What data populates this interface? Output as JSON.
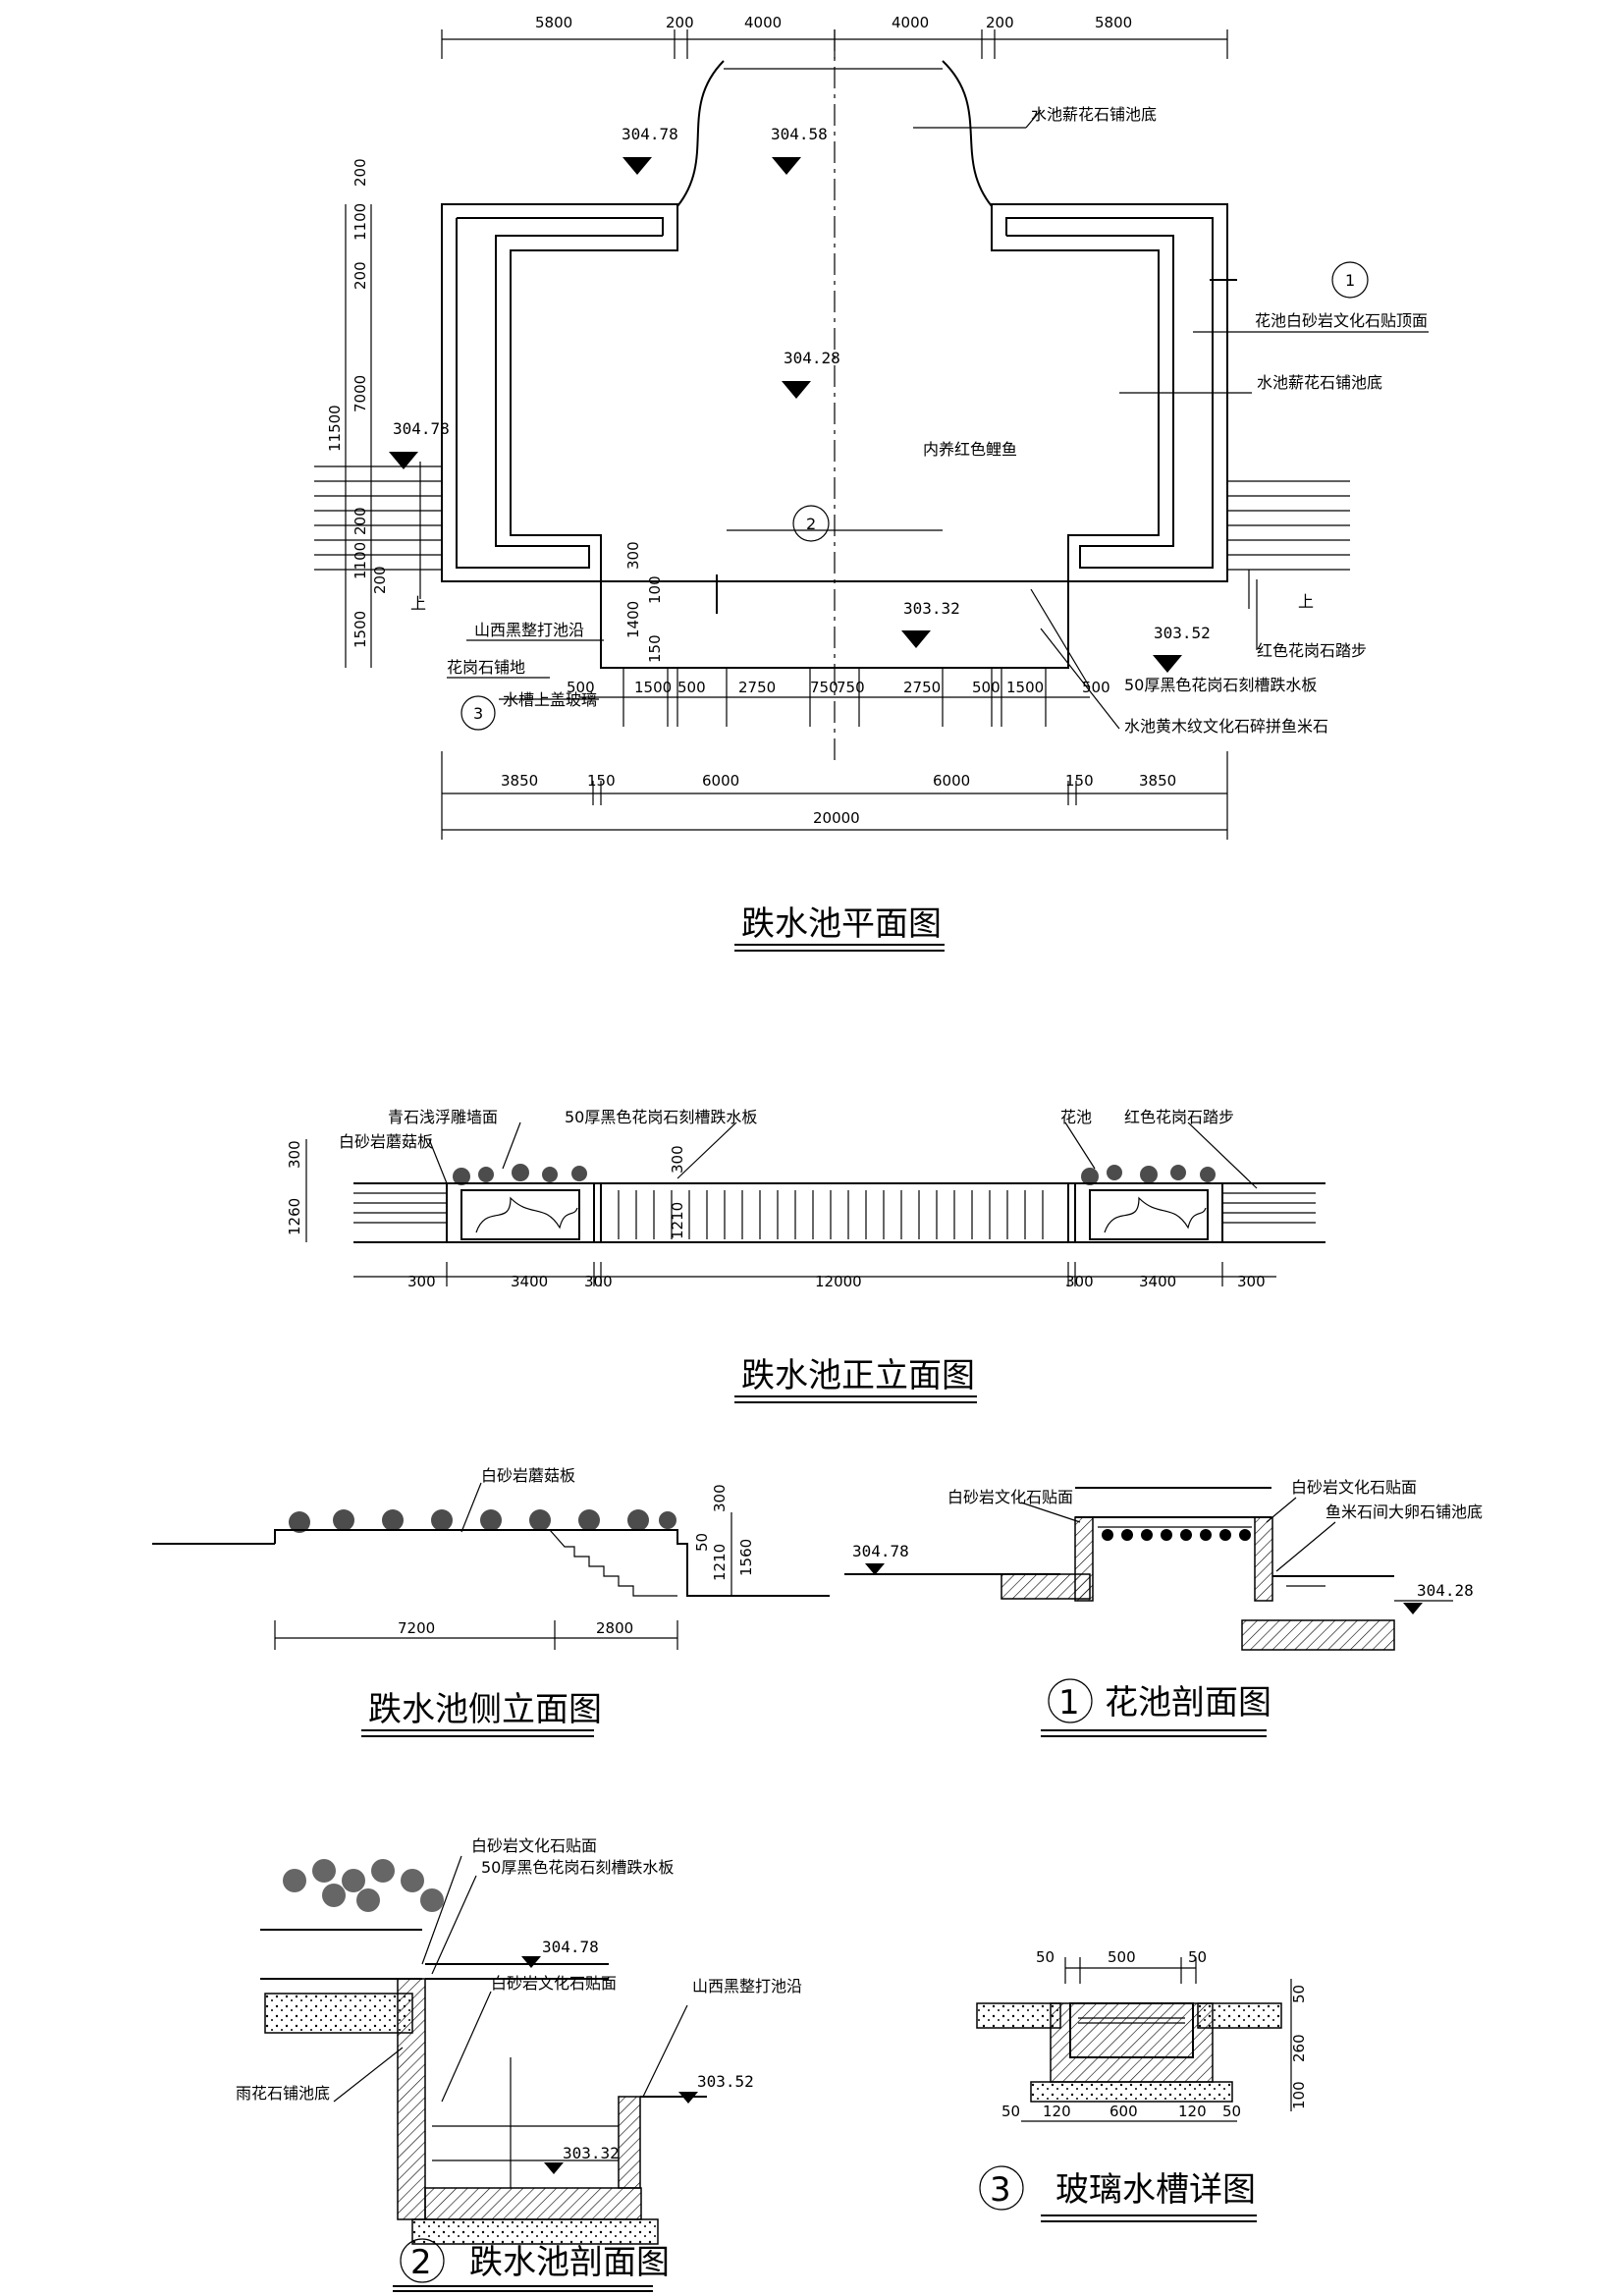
{
  "plan": {
    "title": "跌水池平面图",
    "top_dims": [
      "5800",
      "200",
      "4000",
      "4000",
      "200",
      "5800"
    ],
    "left_dims": [
      "200",
      "1100",
      "200",
      "7000",
      "200",
      "1100",
      "200",
      "1500"
    ],
    "left_total": "11500",
    "inner_dims": [
      "300",
      "1400",
      "100",
      "150"
    ],
    "row_dims": [
      "500",
      "1500",
      "500",
      "2750",
      "750",
      "750",
      "2750",
      "500",
      "1500",
      "500"
    ],
    "bottom_dims": [
      "3850",
      "150",
      "6000",
      "6000",
      "150",
      "3850"
    ],
    "total": "20000",
    "elevations": [
      "304.78",
      "304.58",
      "304.28",
      "304.78",
      "303.32",
      "303.52"
    ],
    "labels": {
      "pool_floor_granite": "水池薪花石铺池底",
      "planter_top": "花池白砂岩文化石贴顶面",
      "pool_floor_2": "水池薪花石铺池底",
      "fish": "内养红色鲤鱼",
      "edge": "山西黑整打池沿",
      "paving": "花岗石铺地",
      "glass_trough": "水槽上盖玻璃",
      "steps": "红色花岗石踏步",
      "weir_board": "50厚黑色花岗石刻槽跌水板",
      "mosaic": "水池黄木纹文化石碎拼鱼米石",
      "up1": "上",
      "up2": "上"
    },
    "markers": [
      "1",
      "2",
      "3"
    ]
  },
  "front": {
    "title": "跌水池正立面图",
    "labels": {
      "relief": "青石浅浮雕墙面",
      "cap": "白砂岩蘑菇板",
      "weir": "50厚黑色花岗石刻槽跌水板",
      "planter": "花池",
      "steps": "红色花岗石踏步"
    },
    "v_dims": [
      "300",
      "1260",
      "300",
      "1210"
    ],
    "dims": [
      "300",
      "3400",
      "300",
      "12000",
      "300",
      "3400",
      "300"
    ]
  },
  "side": {
    "title": "跌水池侧立面图",
    "label": "白砂岩蘑菇板",
    "v_dims": [
      "300",
      "50",
      "1210",
      "1560"
    ],
    "dims": [
      "7200",
      "2800"
    ]
  },
  "section1": {
    "title": "花池剖面图",
    "marker": "1",
    "labels": {
      "left": "白砂岩文化石贴面",
      "right": "白砂岩文化石贴面",
      "floor": "鱼米石间大卵石铺池底"
    },
    "elevations": [
      "304.78",
      "304.28"
    ]
  },
  "section2": {
    "title": "跌水池剖面图",
    "marker": "2",
    "labels": {
      "top": "白砂岩文化石贴面",
      "weir": "50厚黑色花岗石刻槽跌水板",
      "inner": "白砂岩文化石贴面",
      "edge": "山西黑整打池沿",
      "floor": "雨花石铺池底"
    },
    "elevations": [
      "304.78",
      "303.52",
      "303.32"
    ]
  },
  "section3": {
    "title": "玻璃水槽详图",
    "marker": "3",
    "top_dims": [
      "50",
      "500",
      "50"
    ],
    "bottom_dims": [
      "50",
      "120",
      "600",
      "120",
      "50"
    ],
    "v_dims": [
      "50",
      "260",
      "100"
    ]
  }
}
